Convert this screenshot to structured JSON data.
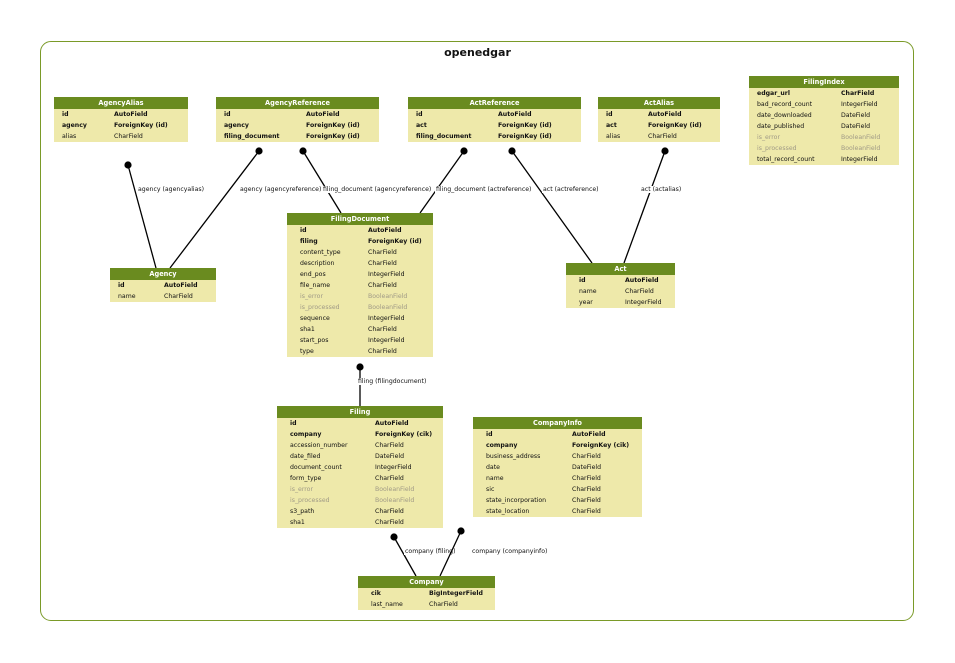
{
  "diagram_title": "openedgar",
  "models": {
    "agencyalias": {
      "name": "AgencyAlias",
      "fields": [
        {
          "name": "id",
          "type": "AutoField",
          "style": "key"
        },
        {
          "name": "agency",
          "type": "ForeignKey (id)",
          "style": "key"
        },
        {
          "name": "alias",
          "type": "CharField",
          "style": "normal"
        }
      ]
    },
    "agencyreference": {
      "name": "AgencyReference",
      "fields": [
        {
          "name": "id",
          "type": "AutoField",
          "style": "key"
        },
        {
          "name": "agency",
          "type": "ForeignKey (id)",
          "style": "key"
        },
        {
          "name": "filing_document",
          "type": "ForeignKey (id)",
          "style": "key"
        }
      ]
    },
    "actreference": {
      "name": "ActReference",
      "fields": [
        {
          "name": "id",
          "type": "AutoField",
          "style": "key"
        },
        {
          "name": "act",
          "type": "ForeignKey (id)",
          "style": "key"
        },
        {
          "name": "filing_document",
          "type": "ForeignKey (id)",
          "style": "key"
        }
      ]
    },
    "actalias": {
      "name": "ActAlias",
      "fields": [
        {
          "name": "id",
          "type": "AutoField",
          "style": "key"
        },
        {
          "name": "act",
          "type": "ForeignKey (id)",
          "style": "key"
        },
        {
          "name": "alias",
          "type": "CharField",
          "style": "normal"
        }
      ]
    },
    "filingindex": {
      "name": "FilingIndex",
      "fields": [
        {
          "name": "edgar_url",
          "type": "CharField",
          "style": "key"
        },
        {
          "name": "bad_record_count",
          "type": "IntegerField",
          "style": "normal"
        },
        {
          "name": "date_downloaded",
          "type": "DateField",
          "style": "normal"
        },
        {
          "name": "date_published",
          "type": "DateField",
          "style": "normal"
        },
        {
          "name": "is_error",
          "type": "BooleanField",
          "style": "muted"
        },
        {
          "name": "is_processed",
          "type": "BooleanField",
          "style": "muted"
        },
        {
          "name": "total_record_count",
          "type": "IntegerField",
          "style": "normal"
        }
      ]
    },
    "agency": {
      "name": "Agency",
      "fields": [
        {
          "name": "id",
          "type": "AutoField",
          "style": "key"
        },
        {
          "name": "name",
          "type": "CharField",
          "style": "normal"
        }
      ]
    },
    "filingdocument": {
      "name": "FilingDocument",
      "fields": [
        {
          "name": "id",
          "type": "AutoField",
          "style": "key"
        },
        {
          "name": "filing",
          "type": "ForeignKey (id)",
          "style": "key"
        },
        {
          "name": "content_type",
          "type": "CharField",
          "style": "normal"
        },
        {
          "name": "description",
          "type": "CharField",
          "style": "normal"
        },
        {
          "name": "end_pos",
          "type": "IntegerField",
          "style": "normal"
        },
        {
          "name": "file_name",
          "type": "CharField",
          "style": "normal"
        },
        {
          "name": "is_error",
          "type": "BooleanField",
          "style": "muted"
        },
        {
          "name": "is_processed",
          "type": "BooleanField",
          "style": "muted"
        },
        {
          "name": "sequence",
          "type": "IntegerField",
          "style": "normal"
        },
        {
          "name": "sha1",
          "type": "CharField",
          "style": "normal"
        },
        {
          "name": "start_pos",
          "type": "IntegerField",
          "style": "normal"
        },
        {
          "name": "type",
          "type": "CharField",
          "style": "normal"
        }
      ]
    },
    "act": {
      "name": "Act",
      "fields": [
        {
          "name": "id",
          "type": "AutoField",
          "style": "key"
        },
        {
          "name": "name",
          "type": "CharField",
          "style": "normal"
        },
        {
          "name": "year",
          "type": "IntegerField",
          "style": "normal"
        }
      ]
    },
    "filing": {
      "name": "Filing",
      "fields": [
        {
          "name": "id",
          "type": "AutoField",
          "style": "key"
        },
        {
          "name": "company",
          "type": "ForeignKey (cik)",
          "style": "key"
        },
        {
          "name": "accession_number",
          "type": "CharField",
          "style": "normal"
        },
        {
          "name": "date_filed",
          "type": "DateField",
          "style": "normal"
        },
        {
          "name": "document_count",
          "type": "IntegerField",
          "style": "normal"
        },
        {
          "name": "form_type",
          "type": "CharField",
          "style": "normal"
        },
        {
          "name": "is_error",
          "type": "BooleanField",
          "style": "muted"
        },
        {
          "name": "is_processed",
          "type": "BooleanField",
          "style": "muted"
        },
        {
          "name": "s3_path",
          "type": "CharField",
          "style": "normal"
        },
        {
          "name": "sha1",
          "type": "CharField",
          "style": "normal"
        }
      ]
    },
    "companyinfo": {
      "name": "CompanyInfo",
      "fields": [
        {
          "name": "id",
          "type": "AutoField",
          "style": "key"
        },
        {
          "name": "company",
          "type": "ForeignKey (cik)",
          "style": "key"
        },
        {
          "name": "business_address",
          "type": "CharField",
          "style": "normal"
        },
        {
          "name": "date",
          "type": "DateField",
          "style": "normal"
        },
        {
          "name": "name",
          "type": "CharField",
          "style": "normal"
        },
        {
          "name": "sic",
          "type": "CharField",
          "style": "normal"
        },
        {
          "name": "state_incorporation",
          "type": "CharField",
          "style": "normal"
        },
        {
          "name": "state_location",
          "type": "CharField",
          "style": "normal"
        }
      ]
    },
    "company": {
      "name": "Company",
      "fields": [
        {
          "name": "cik",
          "type": "BigIntegerField",
          "style": "key"
        },
        {
          "name": "last_name",
          "type": "CharField",
          "style": "normal"
        }
      ]
    }
  },
  "relations": [
    {
      "from": "agencyalias",
      "to": "agency",
      "label": "agency (agencyalias)"
    },
    {
      "from": "agencyreference",
      "to": "agency",
      "label": "agency (agencyreference)"
    },
    {
      "from": "agencyreference",
      "to": "filingdocument",
      "label": "filing_document (agencyreference)"
    },
    {
      "from": "actreference",
      "to": "filingdocument",
      "label": "filing_document (actreference)"
    },
    {
      "from": "actreference",
      "to": "act",
      "label": "act (actreference)"
    },
    {
      "from": "actalias",
      "to": "act",
      "label": "act (actalias)"
    },
    {
      "from": "filingdocument",
      "to": "filing",
      "label": "filing (filingdocument)"
    },
    {
      "from": "filing",
      "to": "company",
      "label": "company (filing)"
    },
    {
      "from": "companyinfo",
      "to": "company",
      "label": "company (companyinfo)"
    }
  ],
  "colors": {
    "header": "#6a8b1f",
    "body": "#eee9aa",
    "frame": "#7a9a28",
    "muted_text": "#a09a86"
  }
}
